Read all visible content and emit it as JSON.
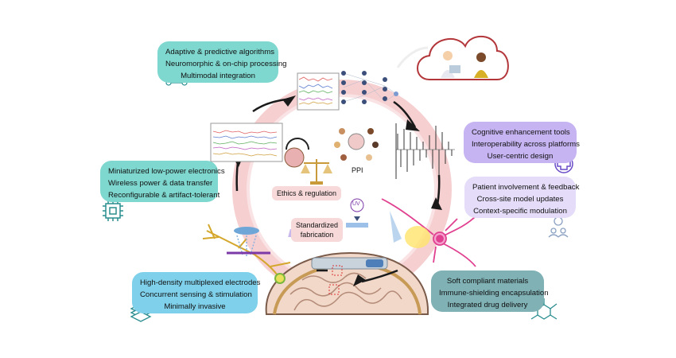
{
  "boxes": {
    "algorithms": {
      "lines": [
        "Adaptive & predictive algorithms",
        "Neuromorphic & on-chip processing",
        "Multimodal integration"
      ],
      "color": "#7fd8cf"
    },
    "electronics": {
      "lines": [
        "Miniaturized low-power electronics",
        "Wireless power & data transfer",
        "Reconfigurable & artifact-tolerant"
      ],
      "color": "#7fd8cf"
    },
    "electrodes": {
      "lines": [
        "High-density multiplexed electrodes",
        "Concurrent sensing & stimulation",
        "Minimally invasive"
      ],
      "color": "#7fd0ea"
    },
    "cognitive": {
      "lines": [
        "Cognitive enhancement tools",
        "Interoperability across platforms",
        "User-centric design"
      ],
      "color": "#c6b4f2"
    },
    "patient": {
      "lines": [
        "Patient involvement & feedback",
        "Cross-site model updates",
        "Context-specific modulation"
      ],
      "color": "#e4dcf8"
    },
    "materials": {
      "lines": [
        "Soft compliant materials",
        "Immune-shielding encapsulation",
        "Integrated drug delivery"
      ],
      "color": "#7fb1b5"
    }
  },
  "center": {
    "ppi": "PPI",
    "ethics": "Ethics & regulation",
    "fabrication_line1": "Standardized",
    "fabrication_line2": "fabrication",
    "uv": "UV"
  },
  "icons": [
    "network-icon",
    "chip-icon",
    "layers-icon",
    "medical-cross-icon",
    "people-icon",
    "molecule-icon",
    "brain-icon",
    "scales-icon",
    "cloud-icon",
    "neuron-icon",
    "neural-network-icon"
  ],
  "colors": {
    "ring": "#f6cfd1",
    "arrow": "#1a1a1a",
    "cloud_stroke": "#b3363a",
    "neuron": "#e0408f"
  }
}
